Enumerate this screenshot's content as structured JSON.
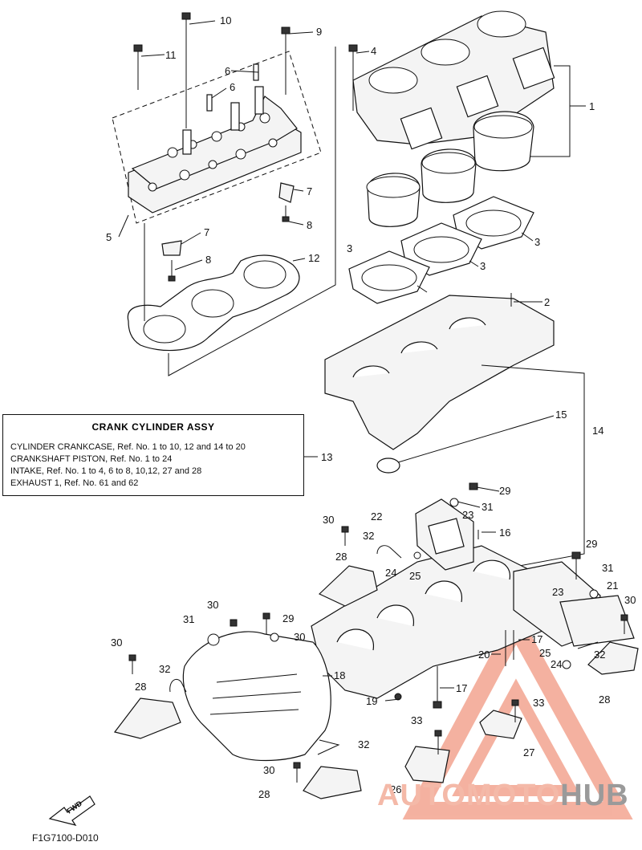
{
  "diagram": {
    "code": "F1G7100-D010",
    "fwd_label": "FWD",
    "callouts": [
      "1",
      "2",
      "3",
      "3",
      "3",
      "4",
      "5",
      "6",
      "6",
      "7",
      "7",
      "8",
      "8",
      "9",
      "10",
      "11",
      "12",
      "13",
      "14",
      "15",
      "16",
      "17",
      "17",
      "18",
      "19",
      "20",
      "21",
      "22",
      "23",
      "23",
      "24",
      "24",
      "25",
      "25",
      "26",
      "27",
      "28",
      "28",
      "28",
      "29",
      "29",
      "29",
      "30",
      "30",
      "30",
      "30",
      "31",
      "31",
      "31",
      "32",
      "32",
      "32",
      "33",
      "33"
    ]
  },
  "assy_box": {
    "title": "CRANK CYLINDER ASSY",
    "lines": [
      "CYLINDER CRANKCASE,  Ref. No. 1 to 10, 12 and 14 to 20",
      "CRANKSHAFT PISTON,  Ref. No. 1 to 24",
      "INTAKE,    Ref. No. 1 to 4, 6 to 8, 10,12, 27 and 28",
      "EXHAUST 1,   Ref. No. 61 and 62"
    ]
  },
  "watermark": {
    "part1": "AUTOMOTO",
    "part2": "HUB"
  },
  "colors": {
    "watermark_red": "#e8552e",
    "watermark_gray": "#9a9a9a",
    "line": "#111111"
  }
}
